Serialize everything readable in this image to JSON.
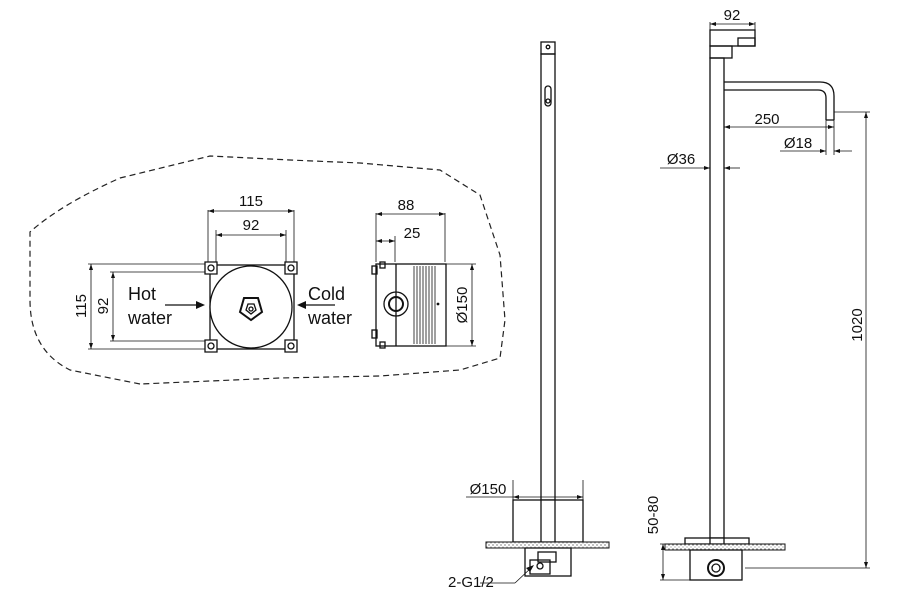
{
  "labels": {
    "hot": "Hot",
    "hot_sub": "water",
    "cold": "Cold",
    "cold_sub": "water",
    "connection": "2-G1/2"
  },
  "dimensions": {
    "box_outer_width": "115",
    "box_inner_width": "92",
    "box_outer_height": "115",
    "box_inner_height": "92",
    "box_depth": "88",
    "box_front_depth": "25",
    "box_diameter": "Ø150",
    "base_diameter": "Ø150",
    "head_width": "92",
    "spout_reach": "250",
    "spout_diameter": "Ø18",
    "column_diameter": "Ø36",
    "total_height": "1020",
    "install_depth": "50-80"
  }
}
